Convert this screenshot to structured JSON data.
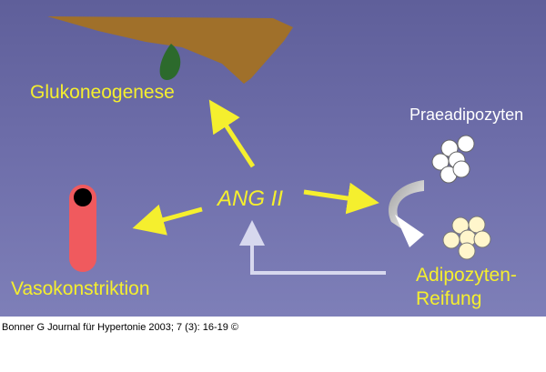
{
  "diagram": {
    "center_label": "ANG II",
    "nodes": {
      "liver": "Glukoneogenese",
      "vessel": "Vasokonstriktion",
      "preadipocytes": "Praeadipozyten",
      "maturation_line1": "Adipozyten-",
      "maturation_line2": "Reifung"
    },
    "icons": [
      "liver-icon",
      "gallbladder-icon",
      "blood-vessel-icon",
      "preadipocyte-cluster-icon",
      "mature-adipocyte-cluster-icon",
      "curved-arrow-icon",
      "feedback-arrow-icon"
    ],
    "colors": {
      "background": "#6d6da9",
      "label_yellow": "#f5ef2e",
      "arrow_yellow": "#f5ef2e",
      "liver": "#a0702a",
      "gallbladder": "#2c6a2c",
      "vessel": "#f05a5e",
      "cells_white": "#ffffff",
      "cells_mature": "#fff6cc"
    }
  },
  "footer": {
    "citation": "Bonner G Journal für Hypertonie 2003; 7 (3): 16-19 ©"
  }
}
